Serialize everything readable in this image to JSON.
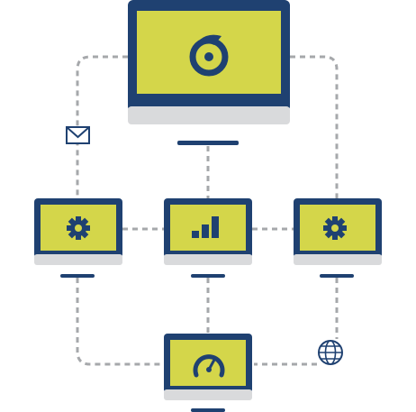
{
  "colors": {
    "navy": "#1f4171",
    "screen": "#d4d64a",
    "base": "#d9dadc",
    "connector": "#a6a8ab",
    "background": "#ffffff"
  },
  "nodes": [
    {
      "id": "main-monitor",
      "icon": "brand-logo-icon"
    },
    {
      "id": "left-monitor",
      "icon": "gear-icon"
    },
    {
      "id": "center-monitor",
      "icon": "bar-chart-icon"
    },
    {
      "id": "right-monitor",
      "icon": "gear-icon"
    },
    {
      "id": "bottom-monitor",
      "icon": "speedometer-icon"
    }
  ],
  "connectors": [
    {
      "from": "main-monitor",
      "to": "left-monitor",
      "badge": "envelope-icon"
    },
    {
      "from": "main-monitor",
      "to": "center-monitor"
    },
    {
      "from": "main-monitor",
      "to": "right-monitor"
    },
    {
      "from": "left-monitor",
      "to": "center-monitor"
    },
    {
      "from": "center-monitor",
      "to": "right-monitor"
    },
    {
      "from": "left-monitor",
      "to": "bottom-monitor"
    },
    {
      "from": "center-monitor",
      "to": "bottom-monitor"
    },
    {
      "from": "right-monitor",
      "to": "bottom-monitor",
      "badge": "globe-icon"
    }
  ]
}
